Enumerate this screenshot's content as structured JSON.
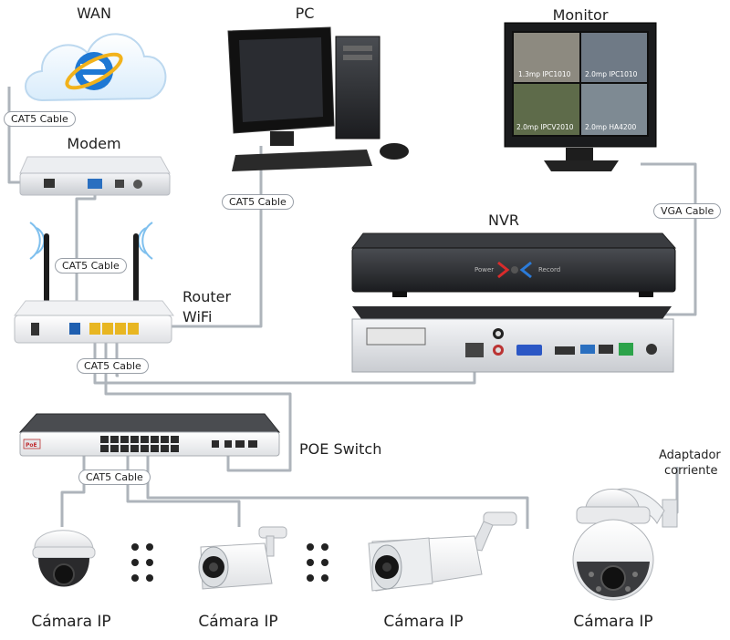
{
  "labels": {
    "wan": "WAN",
    "pc": "PC",
    "monitor": "Monitor",
    "modem": "Modem",
    "nvr": "NVR",
    "router_line1": "Router",
    "router_line2": "WiFi",
    "poe_switch": "POE Switch",
    "adapter_line1": "Adaptador",
    "adapter_line2": "corriente",
    "camera1": "Cámara IP",
    "camera2": "Cámara IP",
    "camera3": "Cámara IP",
    "camera4": "Cámara IP"
  },
  "cables": {
    "wan_modem": "CAT5 Cable",
    "modem_router": "CAT5 Cable",
    "pc_router": "CAT5 Cable",
    "monitor_nvr": "VGA Cable",
    "router_switch": "CAT5 Cable",
    "switch_cameras": "CAT5 Cable"
  },
  "device_text": {
    "poe_badge": "PoE",
    "nvr_power": "Power",
    "nvr_record": "Record",
    "monitor_tile1": "1.3mp IPC1010",
    "monitor_tile2": "2.0mp IPC1010",
    "monitor_tile3": "2.0mp IPCV2010",
    "monitor_tile4": "2.0mp HA4200"
  },
  "colors": {
    "wire": "#aeb4bb",
    "port_yellow": "#e8b622",
    "port_blue": "#1f5fb0",
    "ie_blue": "#1e78d4"
  }
}
